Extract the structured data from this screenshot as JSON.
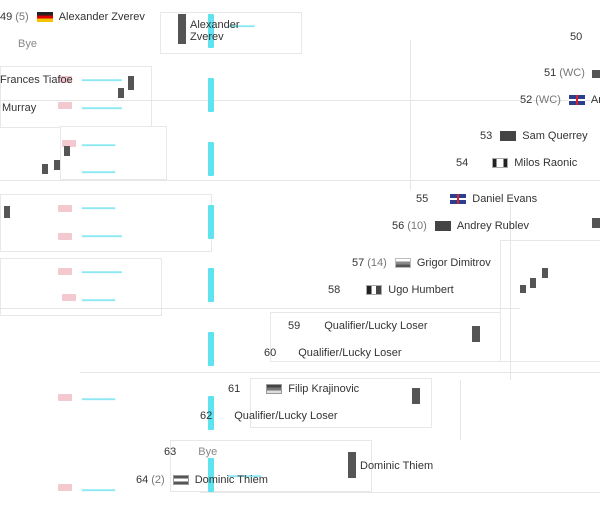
{
  "bracket": {
    "top_left": {
      "number": "49",
      "seed": "(5)",
      "name": "Alexander Zverev",
      "bye": "Bye"
    },
    "winner_box": {
      "line1": "Alexander",
      "line2": "Zverev"
    },
    "left_names": {
      "tiafoe": "Frances Tiafoe",
      "murray": "Murray"
    },
    "entries": [
      {
        "number": "50",
        "seed": "",
        "name": ""
      },
      {
        "number": "51",
        "seed": "(WC)",
        "name": ""
      },
      {
        "number": "52",
        "seed": "(WC)",
        "name": "Ang"
      },
      {
        "number": "53",
        "seed": "",
        "name": "Sam Querrey"
      },
      {
        "number": "54",
        "seed": "",
        "name": "Milos Raonic"
      },
      {
        "number": "55",
        "seed": "",
        "name": "Daniel Evans"
      },
      {
        "number": "56",
        "seed": "(10)",
        "name": "Andrey Rublev"
      },
      {
        "number": "57",
        "seed": "(14)",
        "name": "Grigor Dimitrov"
      },
      {
        "number": "58",
        "seed": "",
        "name": "Ugo Humbert"
      },
      {
        "number": "59",
        "seed": "",
        "name": "Qualifier/Lucky Loser"
      },
      {
        "number": "60",
        "seed": "",
        "name": "Qualifier/Lucky Loser"
      },
      {
        "number": "61",
        "seed": "",
        "name": "Filip Krajinovic"
      },
      {
        "number": "62",
        "seed": "",
        "name": "Qualifier/Lucky Loser"
      },
      {
        "number": "63",
        "seed": "",
        "name": "Bye"
      },
      {
        "number": "64",
        "seed": "(2)",
        "name": "Dominic Thiem"
      }
    ],
    "thiem_advance": "Dominic Thiem"
  }
}
